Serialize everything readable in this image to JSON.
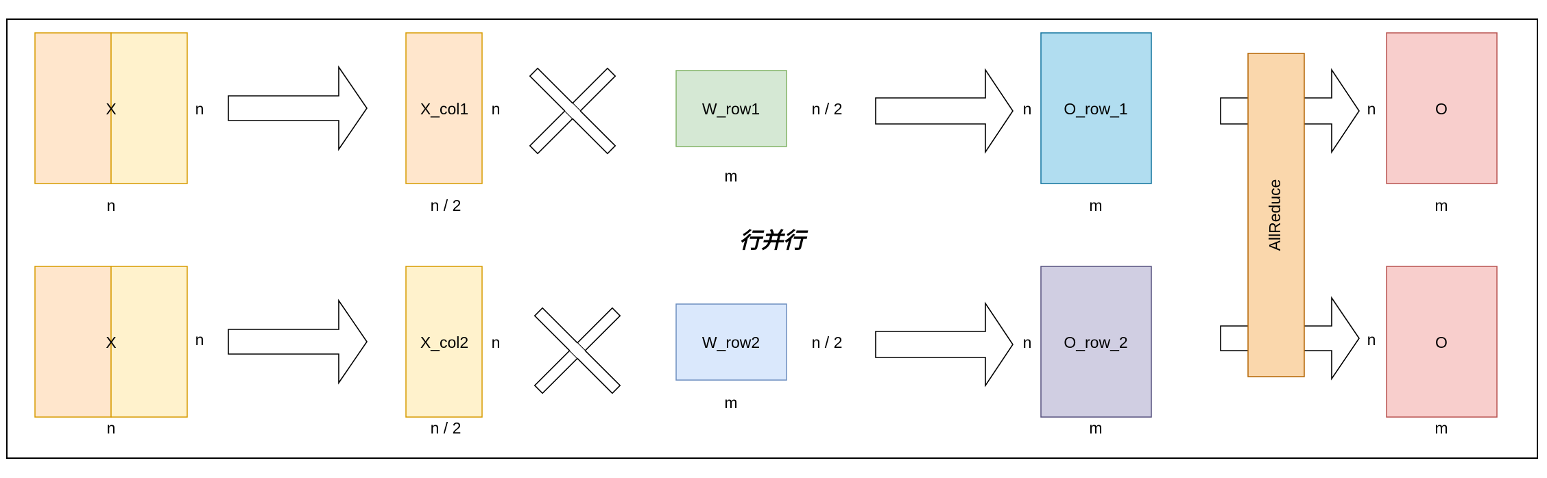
{
  "title": "行并行",
  "top_row": {
    "input": {
      "label": "X",
      "side_label": "n",
      "bottom_label": "n"
    },
    "slice": {
      "label": "X_col1",
      "side_label": "n",
      "bottom_label": "n / 2"
    },
    "weight": {
      "label": "W_row1",
      "side_label": "n / 2",
      "bottom_label": "m"
    },
    "output": {
      "label": "O_row_1",
      "side_label": "n",
      "bottom_label": "m"
    },
    "result": {
      "label": "O",
      "side_label": "n",
      "bottom_label": "m"
    }
  },
  "bottom_row": {
    "input": {
      "label": "X",
      "side_label": "n",
      "bottom_label": "n"
    },
    "slice": {
      "label": "X_col2",
      "side_label": "n",
      "bottom_label": "n / 2"
    },
    "weight": {
      "label": "W_row2",
      "side_label": "n / 2",
      "bottom_label": "m"
    },
    "output": {
      "label": "O_row_2",
      "side_label": "n",
      "bottom_label": "m"
    },
    "result": {
      "label": "O",
      "side_label": "n",
      "bottom_label": "m"
    }
  },
  "allreduce": {
    "label": "AllReduce"
  },
  "colors": {
    "input_left_fill": "#ffe6cc",
    "input_right_fill": "#fff2cc",
    "input_stroke": "#d79b00",
    "slice1_fill": "#ffe6cc",
    "slice2_fill": "#fff2cc",
    "weight1_fill": "#d5e8d4",
    "weight1_stroke": "#82b366",
    "weight2_fill": "#dae8fc",
    "weight2_stroke": "#6c8ebf",
    "output1_fill": "#b1ddf0",
    "output1_stroke": "#10739e",
    "output2_fill": "#d0cee2",
    "output2_stroke": "#56517e",
    "result_fill": "#f8cecc",
    "result_stroke": "#b85450",
    "allreduce_fill": "#fad7ac",
    "allreduce_stroke": "#b46504"
  }
}
